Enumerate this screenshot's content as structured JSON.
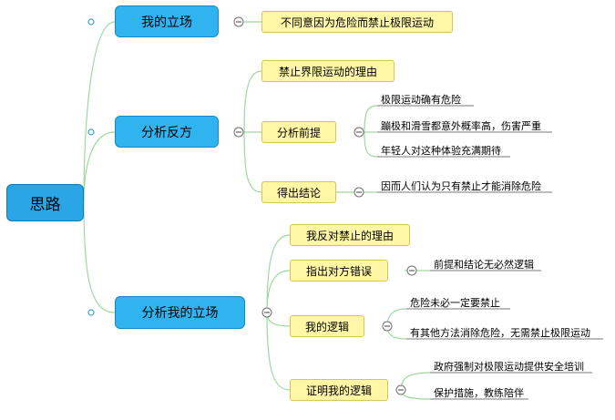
{
  "root": {
    "label": "思路"
  },
  "main": [
    {
      "label": "我的立场"
    },
    {
      "label": "分析反方"
    },
    {
      "label": "分析我的立场"
    }
  ],
  "sub": {
    "stance": "不同意因为危险而禁止极限运动",
    "opp_reason": "禁止界限运动的理由",
    "opp_premise": "分析前提",
    "opp_conclusion": "得出结论",
    "my_reason": "我反对禁止的理由",
    "point_error": "指出对方错误",
    "my_logic": "我的逻辑",
    "prove_logic": "证明我的逻辑"
  },
  "leaves": {
    "premise": [
      "极限运动确有危险",
      "蹦极和滑雪都意外概率高，伤害严重",
      "年轻人对这种体验充满期待"
    ],
    "conclusion": "因而人们认为只有禁止才能消除危险",
    "error": "前提和结论无必然逻辑",
    "logic": [
      "危险未必一定要禁止",
      "有其他方法消除危险，无需禁止极限运动"
    ],
    "prove": [
      "政府强制对极限运动提供安全培训",
      "保护措施，教练陪伴"
    ]
  },
  "colors": {
    "root": "#2aa6e6",
    "main": "#2fb4ef",
    "sub": "#fff7a6",
    "connector": "#9fd89f"
  }
}
